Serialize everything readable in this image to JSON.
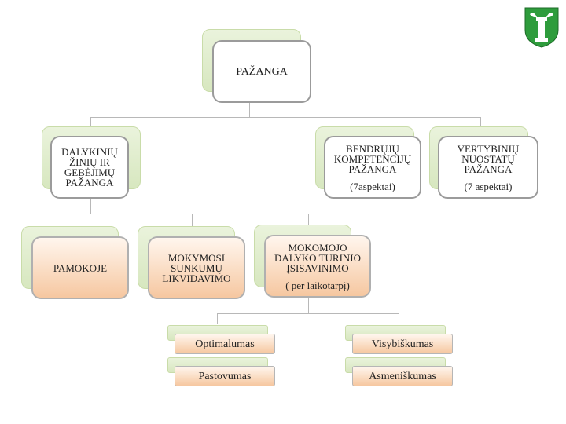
{
  "root": "PAŽANGA",
  "nodes": {
    "dalykiniu": [
      "DALYKINIŲ",
      "ŽINIŲ IR",
      "GEBĖJIMŲ",
      "PAŽANGA"
    ],
    "bendruju": [
      "BENDRŲJŲ",
      "KOMPETENCIJŲ",
      "PAŽANGA"
    ],
    "bendruju_sub": "(7aspektai)",
    "vertybiniu": [
      "VERTYBINIŲ",
      "NUOSTATŲ",
      "PAŽANGA"
    ],
    "vertybiniu_sub": "(7 aspektai)",
    "pamokoje": "PAMOKOJE",
    "mokymosi": [
      "MOKYMOSI",
      "SUNKUMŲ",
      "LIKVIDAVIMO"
    ],
    "turinio": [
      "MOKOMOJO",
      "DALYKO TURINIO",
      "ĮSISAVINIMO"
    ],
    "turinio_sub": "( per laikotarpį)",
    "optimalumas": "Optimalumas",
    "visybiskumas": "Visybiškumas",
    "pastovumas": "Pastovumas",
    "asmeniskumas": "Asmeniškumas"
  },
  "colors": {
    "shadow": "#d7e7bf",
    "peach": "#f6c7a0",
    "connector": "#b8b8b8",
    "logo_green": "#2e9c3c"
  },
  "icons": {
    "logo": "coat-of-arms-icon"
  }
}
